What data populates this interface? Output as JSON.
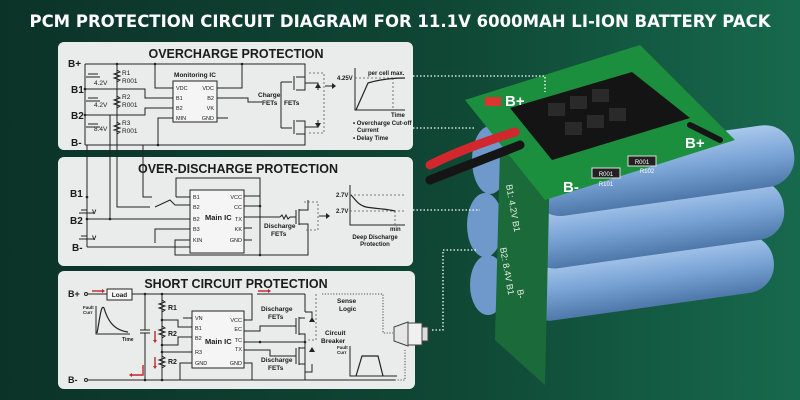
{
  "title": "PCM PROTECTION CIRCUIT DIAGRAM FOR 11.1V 6000MAH LI-ION BATTERY PACK",
  "colors": {
    "background": "#0e3a2c",
    "panel": "#e9ecea",
    "pcb": "#1c8f3e",
    "cell": "#7fa9d9",
    "fault_arrow": "#c0262b"
  },
  "overcharge": {
    "title": "OVERCHARGE PROTECTION",
    "nodes": [
      "B+",
      "B1",
      "B2",
      "B-"
    ],
    "cells": [
      "4.2V",
      "4.2V",
      "8.4V"
    ],
    "resistors": [
      {
        "name": "R1",
        "value": "R001"
      },
      {
        "name": "R2",
        "value": "R001"
      },
      {
        "name": "R3",
        "value": "R001"
      }
    ],
    "ic_label": "Monitoring IC",
    "ic_left_pins": [
      "VDC",
      "B1",
      "B2",
      "MIN"
    ],
    "ic_right_pins": [
      "VDC",
      "B2",
      "VK",
      "GND"
    ],
    "fet_label_1": "Charge",
    "fet_label_2": "FETs",
    "fet_label_3": "FETs",
    "graph": {
      "y_label": "4.25V",
      "curve_label": "per cell max.",
      "x_label": "Time"
    },
    "notes": [
      "• Overcharge Cut-off",
      "Current",
      "• Delay Time"
    ]
  },
  "overdischarge": {
    "title": "OVER-DISCHARGE PROTECTION",
    "nodes": [
      "B1",
      "B2",
      "B-"
    ],
    "cells": [
      "V",
      "V"
    ],
    "ic_label": "Main IC",
    "ic_left_pins": [
      "B1",
      "B2",
      "B2",
      "B3",
      "KIN"
    ],
    "ic_right_pins": [
      "VCC",
      "CC",
      "TX",
      "KK",
      "GND"
    ],
    "fet_label_1": "Discharge",
    "fet_label_2": "FETs",
    "graph": {
      "y_label_top": "2.7V",
      "y_label_bottom": "2.7V",
      "x_label": "min"
    },
    "caption": [
      "Deep Discharge",
      "Protection"
    ]
  },
  "short_circuit": {
    "title": "SHORT CIRCUIT PROTECTION",
    "nodes": [
      "B+",
      "B-"
    ],
    "load_label": "Load",
    "graph1": {
      "y_label": [
        "Fault",
        "Curr"
      ],
      "x_label": "Time"
    },
    "resistors": [
      "R1",
      "R2",
      "R2"
    ],
    "ic_label": "Main IC",
    "ic_left_pins": [
      "VN",
      "B1",
      "B2",
      "R3",
      "GND"
    ],
    "ic_right_pins": [
      "VCC",
      "EC",
      "TC",
      "TX",
      "GND"
    ],
    "fet_upper": [
      "Discharge",
      "FETs"
    ],
    "fet_lower": [
      "Discharge",
      "FETs"
    ],
    "sense_logic": [
      "Sense",
      "Logic"
    ],
    "breaker": [
      "Circuit",
      "Breaker"
    ],
    "graph2": {
      "y_label": [
        "Fault",
        "Curr"
      ]
    }
  },
  "photo": {
    "pcb_labels": {
      "bplus_left": "B+",
      "bplus_right": "B+",
      "bminus": "B-",
      "res1": "R001",
      "res2": "R001",
      "res1_name": "R101",
      "res2_name": "R102"
    },
    "side_labels": [
      "B1: 4.2V B1",
      "B2: 8.4V B1",
      "B-"
    ]
  }
}
